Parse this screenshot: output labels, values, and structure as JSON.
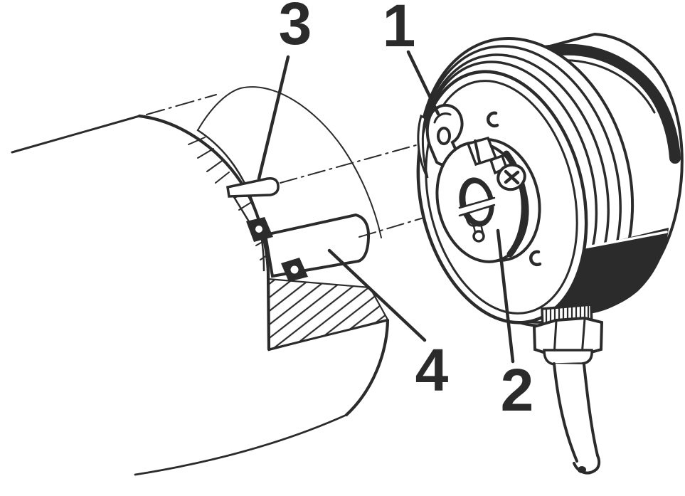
{
  "figure": {
    "type": "technical-installation-diagram",
    "background_color": "#ffffff",
    "ink_color": "#2b2b2b",
    "callouts": {
      "c1": {
        "label": "1"
      },
      "c2": {
        "label": "2"
      },
      "c3": {
        "label": "3"
      },
      "c4": {
        "label": "4"
      }
    }
  }
}
